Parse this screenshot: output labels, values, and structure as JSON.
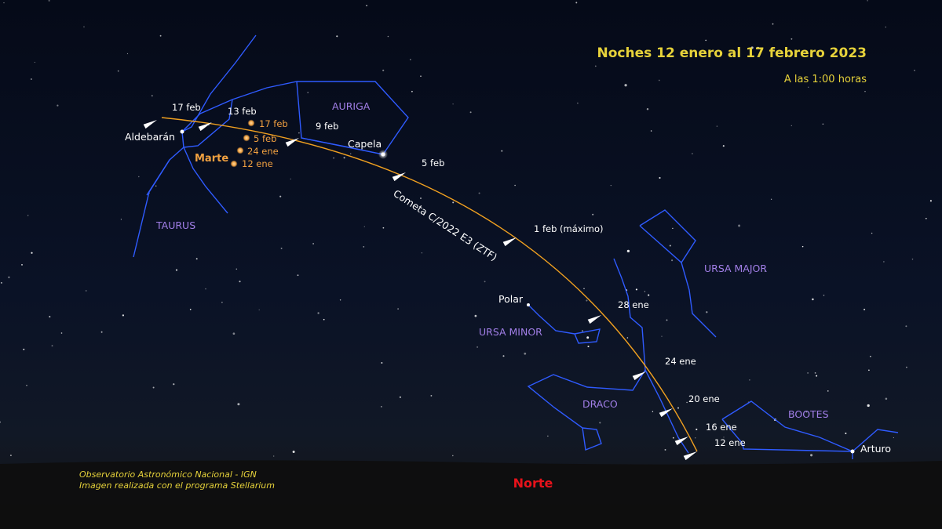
{
  "header": {
    "title": "Noches 12 enero al 17 febrero 2023",
    "subtitle": "A las 1:00 horas"
  },
  "constellations": [
    "TAURUS",
    "AURIGA",
    "URSA MAJOR",
    "URSA MINOR",
    "DRACO",
    "BOOTES"
  ],
  "stars": [
    "Aldebarán",
    "Capela",
    "Polar",
    "Arturo"
  ],
  "comet": {
    "name": "Cometa C/2022 E3 (ZTF)",
    "dates": [
      "12 ene",
      "16 ene",
      "20 ene",
      "24 ene",
      "28 ene",
      "1 feb (máximo)",
      "5 feb",
      "9 feb",
      "13 feb",
      "17 feb"
    ]
  },
  "mars": {
    "name": "Marte",
    "dates": [
      "12 ene",
      "24 ene",
      "5 feb",
      "17 feb"
    ]
  },
  "footer": {
    "credit_line1": "Observatorio Astronómico Nacional - IGN",
    "credit_line2": "Imagen realizada con el programa Stellarium",
    "direction": "Norte"
  },
  "colors": {
    "sky": "#050a18",
    "constellation_lines": "#2f5bff",
    "constellation_labels": "#a27fe8",
    "comet_path": "#f0a020",
    "mars": "#f0a040",
    "title": "#e6d23a",
    "north": "#e8121b"
  }
}
